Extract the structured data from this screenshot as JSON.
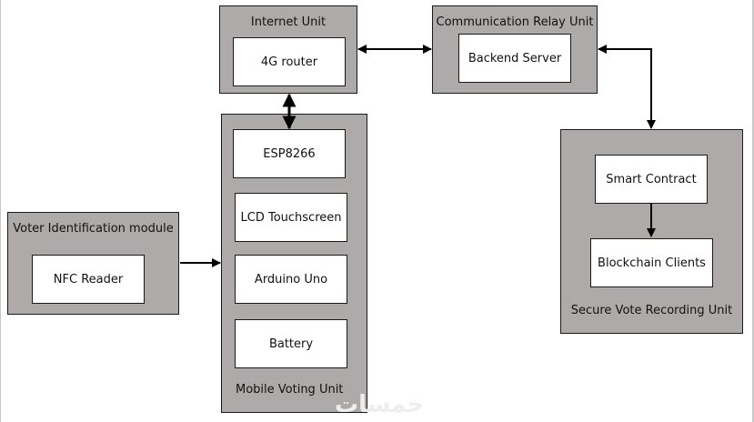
{
  "diagram": {
    "units": {
      "internet": {
        "title": "Internet Unit",
        "components": [
          "4G router"
        ]
      },
      "relay": {
        "title": "Communication Relay Unit",
        "components": [
          "Backend Server"
        ]
      },
      "mobile": {
        "title": "Mobile Voting Unit",
        "components": [
          "ESP8266",
          "LCD Touchscreen",
          "Arduino Uno",
          "Battery"
        ]
      },
      "voter_id": {
        "title": "Voter Identification module",
        "components": [
          "NFC Reader"
        ]
      },
      "secure": {
        "title": "Secure Vote Recording Unit",
        "components": [
          "Smart Contract",
          "Blockchain Clients"
        ]
      }
    },
    "connections": [
      {
        "from": "Internet Unit",
        "to": "Communication Relay Unit",
        "direction": "bidirectional"
      },
      {
        "from": "Internet Unit",
        "to": "Mobile Voting Unit",
        "direction": "bidirectional"
      },
      {
        "from": "Communication Relay Unit",
        "to": "Secure Vote Recording Unit",
        "direction": "bidirectional"
      },
      {
        "from": "Voter Identification module",
        "to": "Mobile Voting Unit",
        "direction": "forward"
      },
      {
        "from": "Smart Contract",
        "to": "Blockchain Clients",
        "direction": "forward"
      }
    ],
    "colors": {
      "unit_fill": "#aeaaaa",
      "component_fill": "#ffffff",
      "line": "#000000"
    },
    "watermark": "خمسات"
  }
}
